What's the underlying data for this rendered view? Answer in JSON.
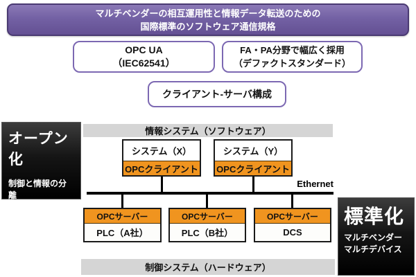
{
  "banner": {
    "line1": "マルチベンダーの相互運用性と情報データ転送のための",
    "line2": "国際標準のソフトウェア通信規格"
  },
  "feature_boxes": {
    "opc_ua": {
      "line1": "OPC UA",
      "line2": "（IEC62541）"
    },
    "fa_pa": {
      "line1": "FA・PA分野で幅広く採用",
      "line2": "（デファクトスタンダード）"
    },
    "client_server": {
      "line1": "クライアント-サーバ構成"
    }
  },
  "open_box": {
    "title": "オープン化",
    "subtitle": "制御と情報の分離"
  },
  "standard_box": {
    "title": "標準化",
    "line1": "マルチベンダー",
    "line2": "マルチデバイス"
  },
  "layers": {
    "information": "情報システム（ソフトウェア）",
    "control": "制御システム（ハードウェア）"
  },
  "clients": [
    {
      "system": "システム（X）",
      "component": "OPCクライアント"
    },
    {
      "system": "システム（Y）",
      "component": "OPCクライアント"
    }
  ],
  "network": {
    "label": "Ethernet"
  },
  "servers": [
    {
      "component": "OPCサーバー",
      "device": "PLC（A社）"
    },
    {
      "component": "OPCサーバー",
      "device": "PLC（B社）"
    },
    {
      "component": "OPCサーバー",
      "device": "DCS"
    }
  ],
  "colors": {
    "banner_purple": "#70589c",
    "banner_border": "#4a3a72",
    "box_border_purple": "#7c68b2",
    "accent_orange": "#f0941f",
    "layer_gray": "#d5d5d5",
    "callout_black": "#000000"
  }
}
